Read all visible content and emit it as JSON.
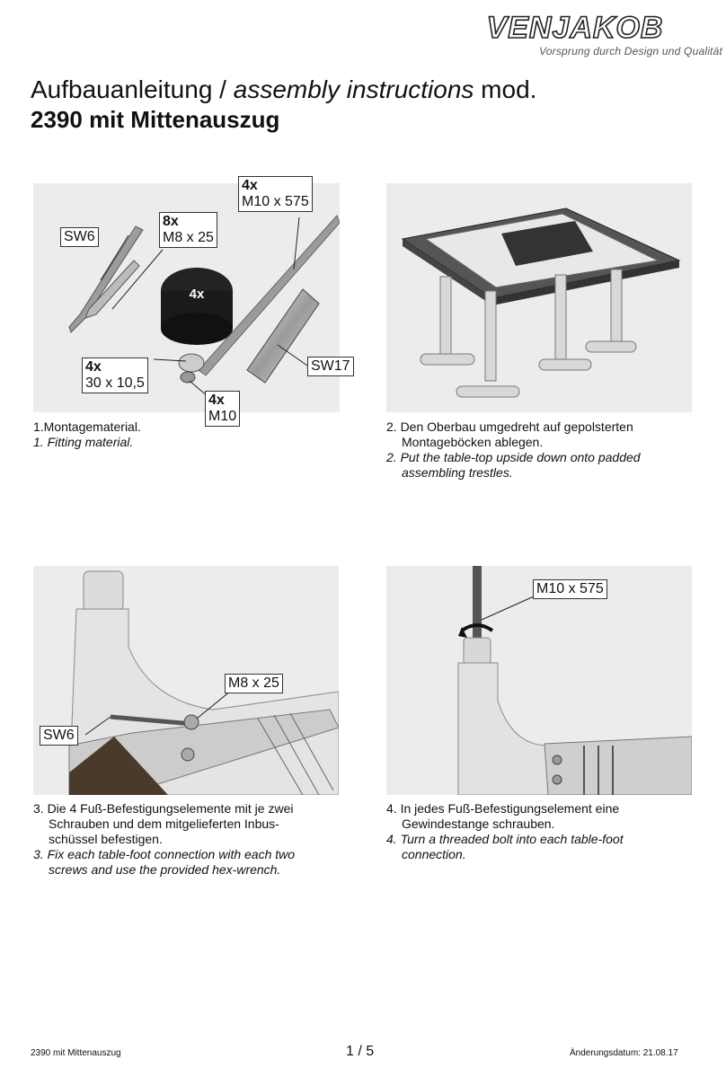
{
  "brand": {
    "name": "VENJAKOB",
    "tagline": "Vorsprung durch Design und Qualität"
  },
  "title": {
    "line1_de": "Aufbauanleitung / ",
    "line1_en": "assembly instructions",
    "line1_suffix": " mod.",
    "line2": "2390 mit Mittenauszug"
  },
  "steps": [
    {
      "callouts": {
        "sw6": "SW6",
        "screw_qty": "8x",
        "screw": "M8 x 25",
        "rod_qty": "4x",
        "rod": "M10 x 575",
        "foot_qty": "4x",
        "washer_qty": "4x",
        "washer": "30 x 10,5",
        "nut_qty": "4x",
        "nut": "M10",
        "sw17": "SW17"
      },
      "caption_de": [
        "1.Montagematerial."
      ],
      "caption_en": [
        "1. Fitting material."
      ]
    },
    {
      "caption_de": [
        "2. Den Oberbau umgedreht auf gepolsterten",
        "Montageböcken ablegen."
      ],
      "caption_en": [
        "2. Put the table-top upside down onto padded",
        "assembling trestles."
      ]
    },
    {
      "callouts": {
        "screw": "M8 x 25",
        "sw6": "SW6"
      },
      "caption_de": [
        "3. Die 4 Fuß-Befestigungselemente mit je zwei",
        "Schrauben und dem mitgelieferten Inbus-",
        "schüssel befestigen."
      ],
      "caption_en": [
        "3. Fix each table-foot connection with each two",
        "screws and use the provided hex-wrench."
      ]
    },
    {
      "callouts": {
        "rod": "M10 x 575"
      },
      "caption_de": [
        "4. In jedes Fuß-Befestigungselement eine",
        "Gewindestange schrauben."
      ],
      "caption_en": [
        "4. Turn a threaded bolt into each table-foot",
        "connection."
      ]
    }
  ],
  "footer": {
    "left": "2390 mit Mittenauszug",
    "page": "1 / 5",
    "right": "Änderungsdatum: 21.08.17"
  }
}
